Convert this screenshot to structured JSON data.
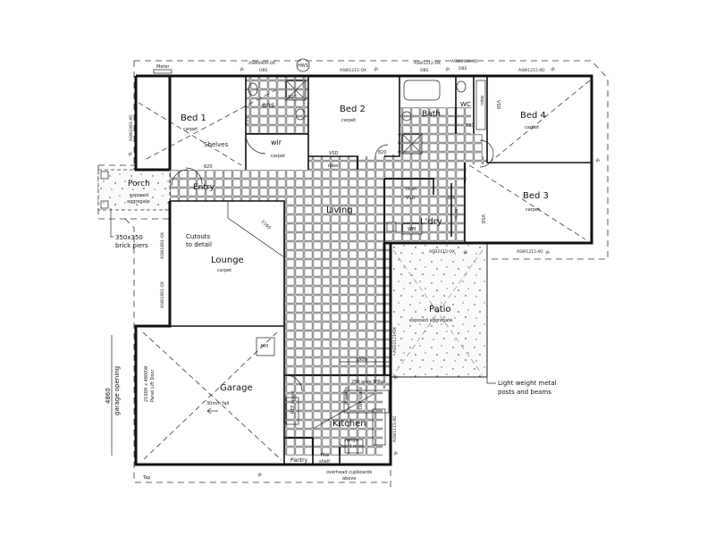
{
  "plan": {
    "rooms": {
      "bed1": "Bed 1",
      "bed2": "Bed 2",
      "bed3": "Bed 3",
      "bed4": "Bed 4",
      "ens": "ens",
      "wir": "wir",
      "bath": "Bath",
      "wc": "WC",
      "living": "Living",
      "lounge": "Lounge",
      "garage": "Garage",
      "kitchen": "Kitchen",
      "laundry": "L'dry",
      "patio": "Patio",
      "porch": "Porch",
      "entry": "Entry",
      "pantry": "Pantry"
    },
    "finishes": {
      "carpet": "carpet",
      "exposed_aggregate": "exposed aggregate",
      "porch_aggregate_1": "exposed",
      "porch_aggregate_2": "aggregate"
    },
    "windows": {
      "w_bed1_top": "ASW0909-OX",
      "w_bed1_top_obs": "OBS",
      "w_bed2": "ASW1215-OX",
      "w_bath": "ASW1212-OX",
      "w_bath_obs": "OBS",
      "w_wc": "ASW0906-XO",
      "w_wc_obs": "OBS",
      "w_bed4": "ASW1215-XO",
      "w_bed1_side": "ASW1881-XO",
      "w_lounge_1": "ASW1881-OX",
      "w_lounge_2": "ASW1881-OX",
      "w_laundry": "ASD2115-OX",
      "w_bed3": "ASW1215-XO",
      "w_patio": "ASD2121-OX",
      "w_kitchen": "ASW1115-XO"
    },
    "fixtures": {
      "meter": "Meter",
      "hws": "HWS",
      "shelves": "Shelves",
      "robe": "robe",
      "vsd": "VSD",
      "linen": "linen",
      "wm": "WM",
      "mh": "MH",
      "ref": "REF space",
      "dw": "DW space",
      "drawers": "drawers",
      "range_hood_1": "range",
      "range_hood_2": "hood over",
      "mw_1": "MW",
      "mw_2": "shelf",
      "tap": "Tap",
      "overhead_1": "overhead cupboards",
      "overhead_2": "above",
      "bar": "250 wide B'Bar",
      "garage_door_1": "2100H x 4800W",
      "garage_door_2": "Panel Lift Door",
      "fall": "30mm fall",
      "aj": "AJ"
    },
    "dimensions": {
      "d820": "820",
      "d720": "720",
      "d900": "900",
      "d1160": "1160",
      "d1900": "1900",
      "d4860": "4860",
      "garage_opening": "garage opening"
    },
    "notes": {
      "cutouts_1": "Cutouts",
      "cutouts_2": "to detail",
      "piers_1": "350x350",
      "piers_2": "brick piers",
      "posts_1": "Light weight metal",
      "posts_2": "posts and beams"
    }
  }
}
